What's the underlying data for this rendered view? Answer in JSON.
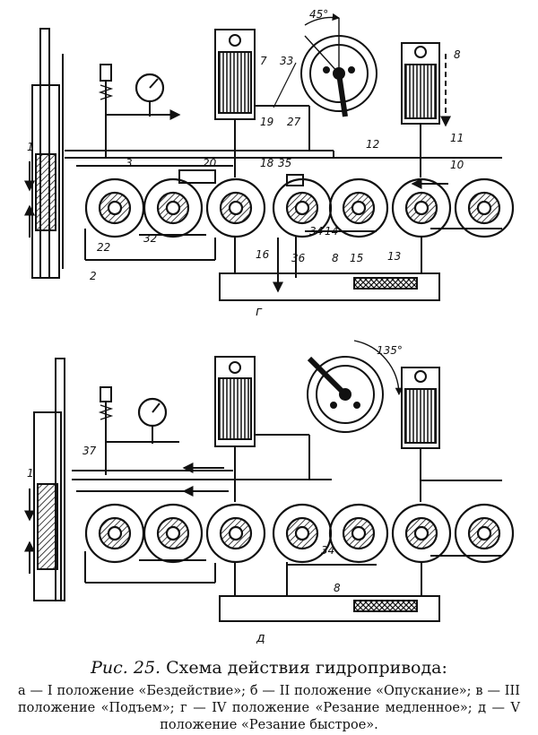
{
  "figure": {
    "caption_lead": "Рис. 25.",
    "caption_title": "Схема действия гидропривода:",
    "caption_body": "а — I положение «Бездействие»; б — II положение «Опускание»; в — III положение «Подъем»; г — IV положение «Резание медленное»; д — V положение «Резание быстрое»."
  },
  "diagram_top": {
    "panel_label": "г",
    "angle_label": "45°",
    "part_labels": [
      "1",
      "2",
      "3",
      "7",
      "8",
      "8",
      "10",
      "11",
      "12",
      "13",
      "14",
      "15",
      "16",
      "18",
      "19",
      "20",
      "22",
      "27",
      "32",
      "33",
      "34",
      "35",
      "36"
    ]
  },
  "diagram_bottom": {
    "panel_label": "д",
    "angle_label": "135°",
    "part_labels": [
      "1",
      "8",
      "34",
      "37"
    ]
  },
  "colors": {
    "ink": "#111111",
    "paper": "#ffffff"
  }
}
